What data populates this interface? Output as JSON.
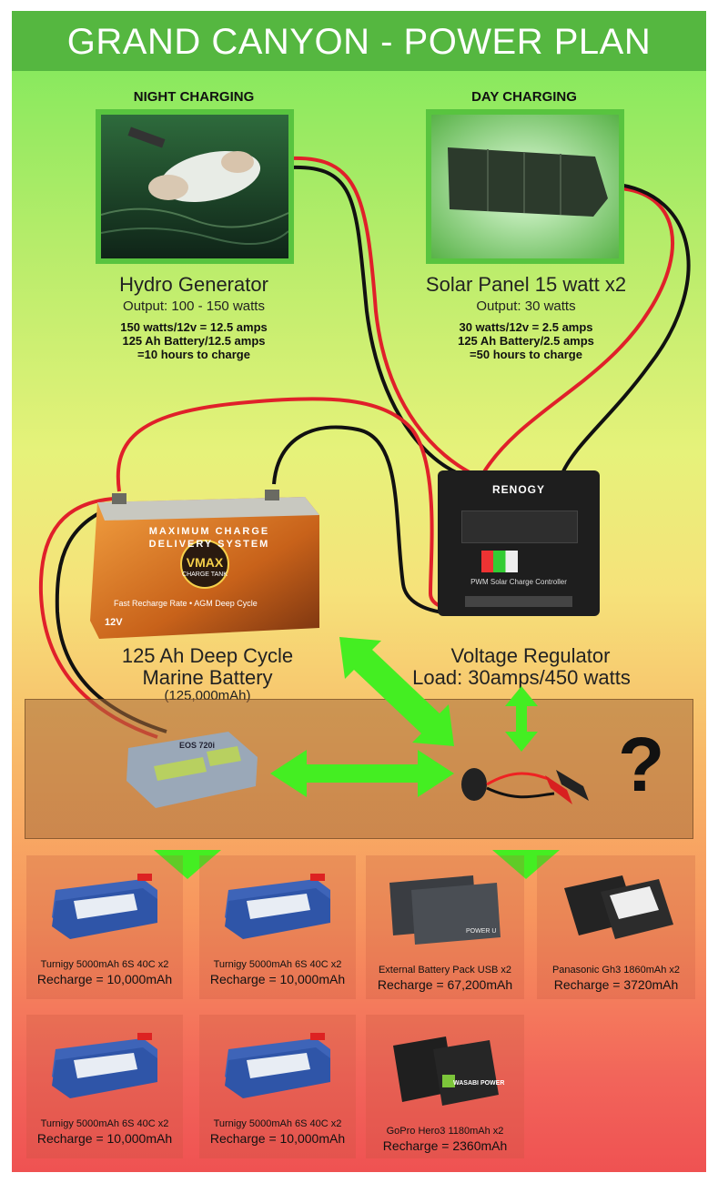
{
  "title": "GRAND CANYON - POWER PLAN",
  "night": {
    "heading": "NIGHT CHARGING",
    "name": "Hydro Generator",
    "output": "Output: 100 - 150 watts",
    "calc": [
      "150 watts/12v = 12.5 amps",
      "125 Ah Battery/12.5 amps",
      "=10 hours to charge"
    ]
  },
  "day": {
    "heading": "DAY CHARGING",
    "name": "Solar Panel 15 watt x2",
    "output": "Output: 30 watts",
    "calc": [
      "30 watts/12v = 2.5 amps",
      "125 Ah Battery/2.5 amps",
      "=50 hours to charge"
    ]
  },
  "battery": {
    "name_line1": "125 Ah Deep Cycle",
    "name_line2": "Marine Battery",
    "capacity": "(125,000mAh)",
    "label_top": "MAXIMUM CHARGE",
    "label_mid": "DELIVERY SYSTEM",
    "brand": "VMAX",
    "sub": "CHARGE TANK",
    "tagline": "Fast Recharge Rate • AGM Deep Cycle",
    "voltage": "12V"
  },
  "regulator": {
    "name": "Voltage Regulator",
    "load": "Load: 30amps/450 watts",
    "brand": "RENOGY",
    "model": "PWM  Solar Charge Controller"
  },
  "charger": {
    "model": "EOS 720i"
  },
  "unknown": "?",
  "devices": [
    {
      "name": "Turnigy 5000mAh 6S 40C x2",
      "recharge": "Recharge = 10,000mAh",
      "kind": "lipo"
    },
    {
      "name": "Turnigy 5000mAh 6S 40C x2",
      "recharge": "Recharge = 10,000mAh",
      "kind": "lipo"
    },
    {
      "name": "External Battery Pack USB x2",
      "recharge": "Recharge = 67,200mAh",
      "kind": "powerbank",
      "brand": "POWER U"
    },
    {
      "name": "Panasonic Gh3 1860mAh x2",
      "recharge": "Recharge = 3720mAh",
      "kind": "camera"
    },
    {
      "name": "Turnigy 5000mAh 6S 40C x2",
      "recharge": "Recharge = 10,000mAh",
      "kind": "lipo"
    },
    {
      "name": "Turnigy 5000mAh 6S 40C x2",
      "recharge": "Recharge = 10,000mAh",
      "kind": "lipo"
    },
    {
      "name": "GoPro Hero3 1180mAh x2",
      "recharge": "Recharge = 2360mAh",
      "kind": "gopro",
      "brand": "WASABI POWER"
    }
  ],
  "colors": {
    "title_bar": "#55b740",
    "photo_border": "#58c43f",
    "arrow": "#44ee22",
    "wire_red": "#e0202a",
    "wire_black": "#111111"
  }
}
